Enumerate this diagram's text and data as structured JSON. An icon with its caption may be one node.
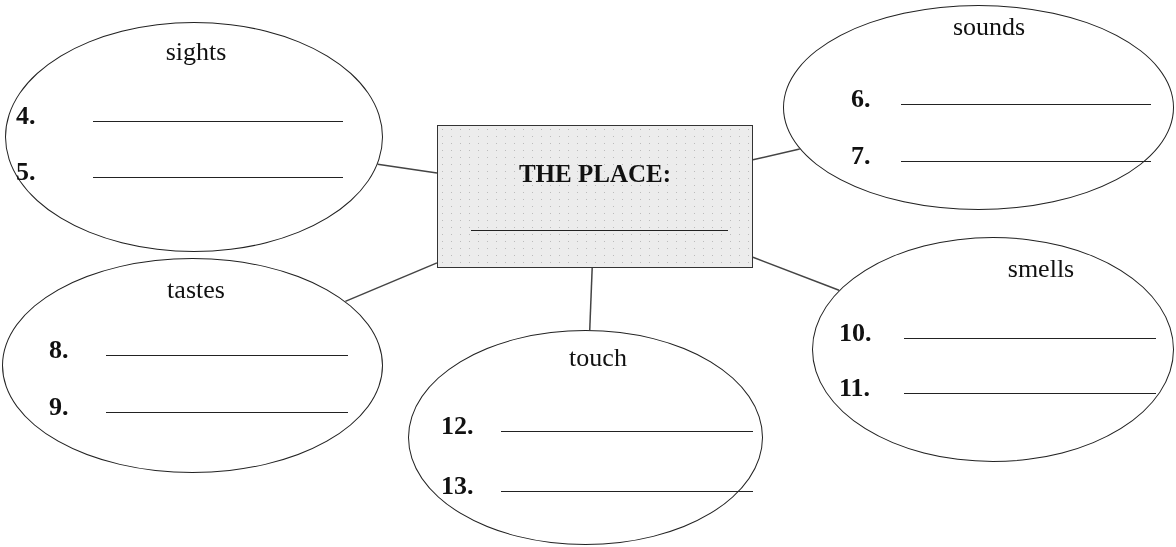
{
  "diagram": {
    "nodes": [
      {
        "text": [
          "THE PLACE:"
        ]
      },
      {
        "text": [
          "sights",
          "4.",
          "5."
        ]
      },
      {
        "text": [
          "sounds",
          "6.",
          "7."
        ]
      },
      {
        "text": [
          "tastes",
          "8.",
          "9."
        ]
      },
      {
        "text": [
          "touch",
          "12.",
          "13."
        ]
      },
      {
        "text": [
          "smells",
          "10.",
          "11."
        ]
      }
    ],
    "edges": [
      {
        "from": 0,
        "to": 1,
        "arrow": "none"
      },
      {
        "from": 0,
        "to": 2,
        "arrow": "none"
      },
      {
        "from": 0,
        "to": 3,
        "arrow": "none"
      },
      {
        "from": 0,
        "to": 4,
        "arrow": "none"
      },
      {
        "from": 0,
        "to": 5,
        "arrow": "none"
      }
    ]
  }
}
